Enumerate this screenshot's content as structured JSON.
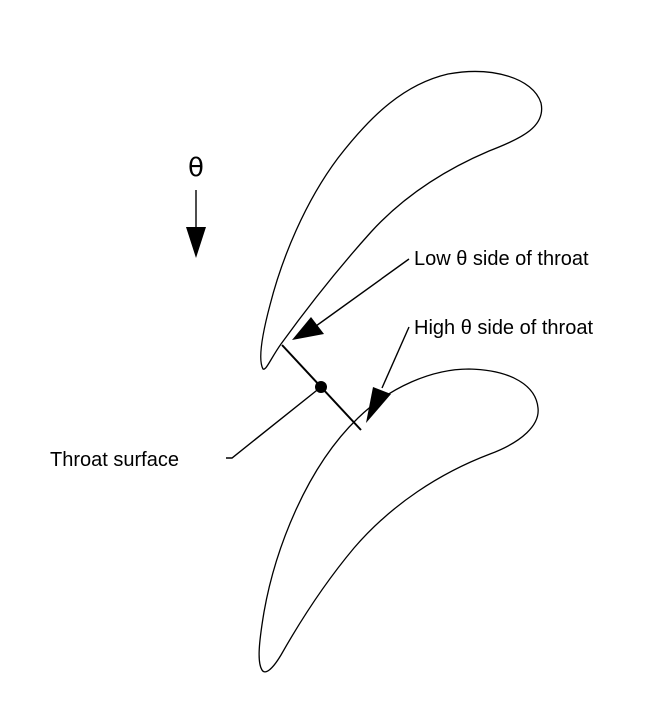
{
  "symbols": {
    "theta": "θ"
  },
  "labels": {
    "low_side": "Low θ side of throat",
    "high_side": "High θ side of throat",
    "throat_surface": "Throat surface"
  },
  "colors": {
    "stroke": "#000000",
    "background": "#ffffff"
  }
}
